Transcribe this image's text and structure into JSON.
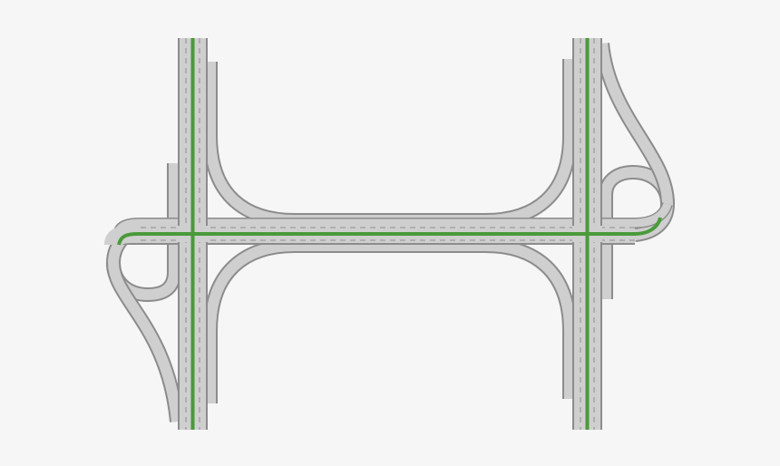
{
  "diagram": {
    "type": "highway-interchange-schematic",
    "description_labels": [],
    "colors": {
      "background": "#f6f6f6",
      "road_outline": "#8c8c8c",
      "road_surface": "#cfcfcf",
      "lane_marking": "#8f8f8f",
      "highlighted_route": "#4a9a3a"
    },
    "elements": [
      {
        "name": "west-mainline",
        "kind": "highway"
      },
      {
        "name": "east-mainline",
        "kind": "highway"
      },
      {
        "name": "connector-road",
        "kind": "highway"
      },
      {
        "name": "west-loop-ramp",
        "kind": "ramp"
      },
      {
        "name": "east-loop-ramp",
        "kind": "ramp"
      },
      {
        "name": "north-curved-ramp",
        "kind": "ramp"
      },
      {
        "name": "south-curved-ramp",
        "kind": "ramp"
      },
      {
        "name": "west-outer-ramp",
        "kind": "ramp"
      },
      {
        "name": "east-outer-ramp",
        "kind": "ramp"
      }
    ],
    "highlighted_route": [
      "west-mainline",
      "connector-road",
      "east-mainline"
    ]
  }
}
